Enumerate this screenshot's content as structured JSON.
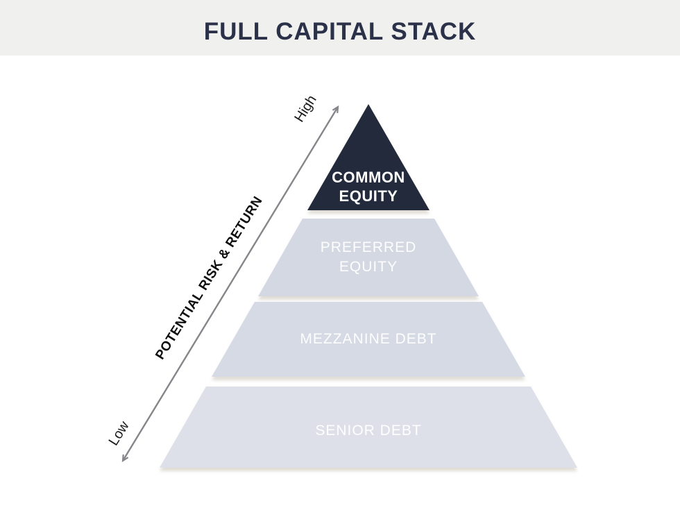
{
  "title": "FULL CAPITAL STACK",
  "axis": {
    "label": "POTENTIAL RISK & RETURN",
    "high": "High",
    "low": "Low",
    "arrow_color": "#85868a"
  },
  "pyramid": {
    "layers": [
      {
        "id": "common-equity",
        "label": "COMMON EQUITY",
        "lines": [
          "COMMON",
          "EQUITY"
        ],
        "fill": "#232c3b",
        "text_color": "#ffffff"
      },
      {
        "id": "preferred-equity",
        "label": "PREFERRED EQUITY",
        "lines": [
          "PREFERRED",
          "EQUITY"
        ],
        "fill": "#d3d8e2",
        "text_color": "#ffffff"
      },
      {
        "id": "mezzanine-debt",
        "label": "MEZZANINE DEBT",
        "lines": [
          "MEZZANINE DEBT"
        ],
        "fill": "#d5dae4",
        "text_color": "#ffffff"
      },
      {
        "id": "senior-debt",
        "label": "SENIOR DEBT",
        "lines": [
          "SENIOR DEBT"
        ],
        "fill": "#dde0e9",
        "text_color": "#ffffff"
      }
    ]
  },
  "colors": {
    "page_bg": "#ffffff",
    "header_bg": "#f0f0ee",
    "title_text": "#2a3148",
    "risk_label_text": "#0d0d0d"
  }
}
